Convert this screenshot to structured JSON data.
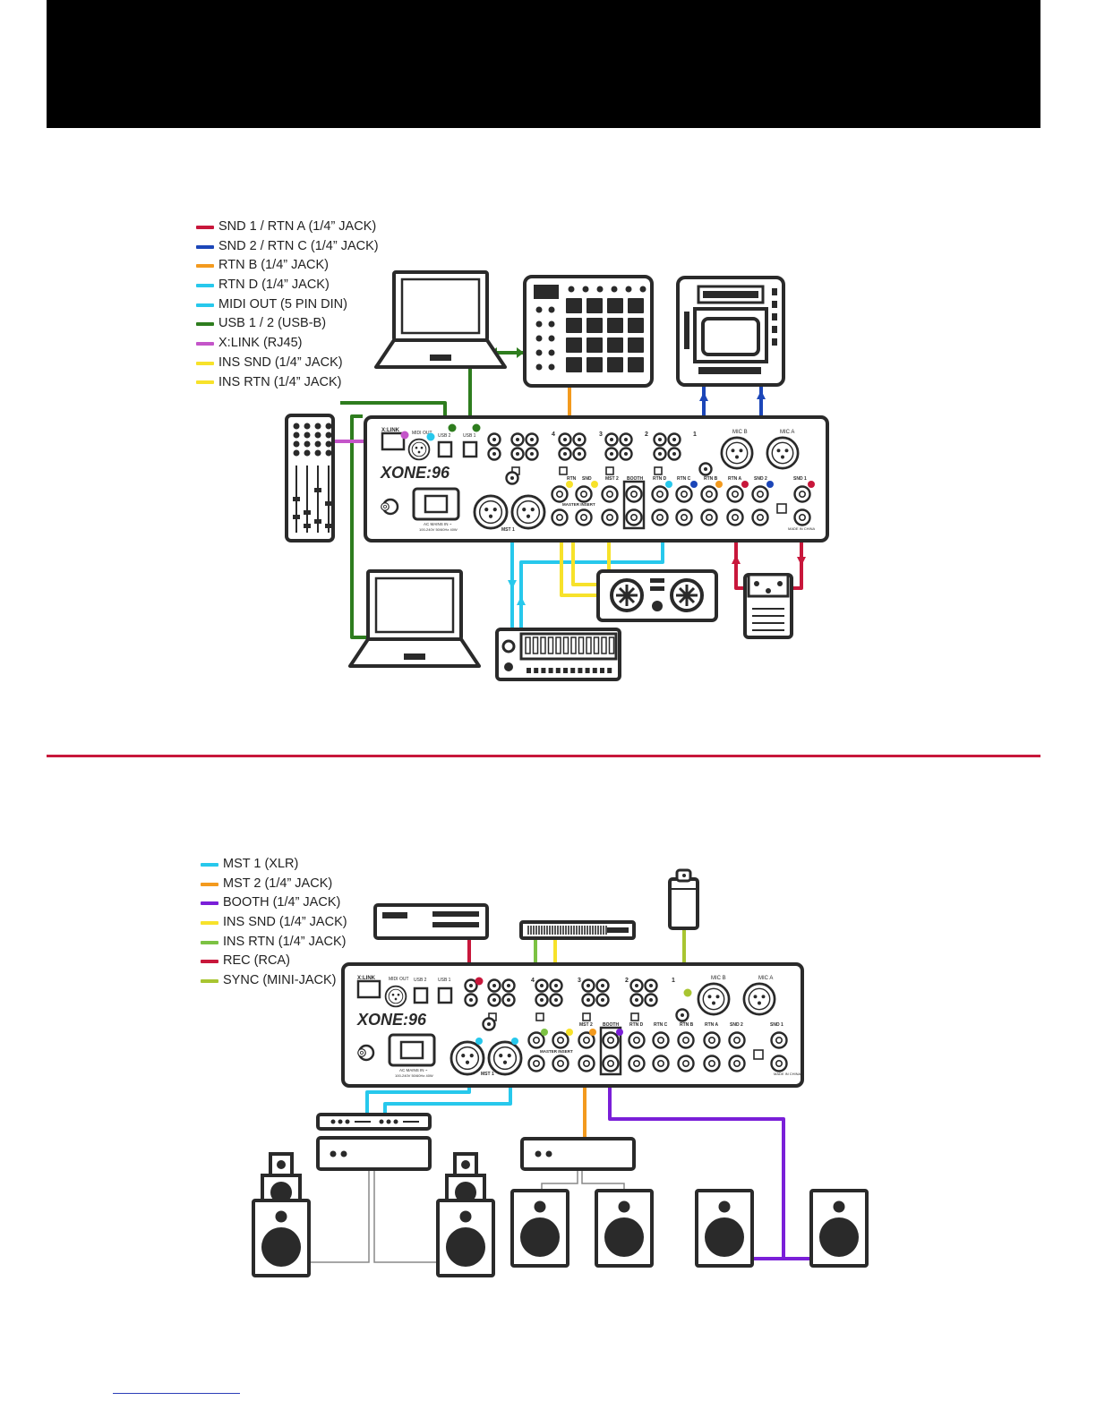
{
  "colors": {
    "black_bar": "#000000",
    "divider": "#c8173b",
    "red": "#c8173b",
    "blue": "#1c46b8",
    "orange": "#f39a1e",
    "cyan": "#27c8ec",
    "green": "#2e7d1e",
    "magenta": "#c455c9",
    "yellow": "#f7e22a",
    "lime": "#7cc243",
    "purple": "#7a1fd8",
    "olive": "#a8c531",
    "outline": "#2a2a2a"
  },
  "legend_top": [
    {
      "label": "SND 1 / RTN A (1/4” JACK)",
      "color": "#c8173b"
    },
    {
      "label": "SND 2 / RTN C (1/4” JACK)",
      "color": "#1c46b8"
    },
    {
      "label": "RTN B (1/4” JACK)",
      "color": "#f39a1e"
    },
    {
      "label": "RTN D (1/4” JACK)",
      "color": "#27c8ec"
    },
    {
      "label": "MIDI OUT (5 PIN DIN)",
      "color": "#27c8ec"
    },
    {
      "label": "USB 1 / 2 (USB-B)",
      "color": "#2e7d1e"
    },
    {
      "label": "X:LINK (RJ45)",
      "color": "#c455c9"
    },
    {
      "label": "INS SND (1/4” JACK)",
      "color": "#f7e22a"
    },
    {
      "label": "INS RTN (1/4” JACK)",
      "color": "#f7e22a"
    }
  ],
  "legend_bottom": [
    {
      "label": "MST 1 (XLR)",
      "color": "#27c8ec"
    },
    {
      "label": "MST 2 (1/4” JACK)",
      "color": "#f39a1e"
    },
    {
      "label": "BOOTH (1/4” JACK)",
      "color": "#7a1fd8"
    },
    {
      "label": "INS SND (1/4” JACK)",
      "color": "#f7e22a"
    },
    {
      "label": "INS RTN (1/4” JACK)",
      "color": "#7cc243"
    },
    {
      "label": "REC (RCA)",
      "color": "#c8173b"
    },
    {
      "label": "SYNC (MINI-JACK)",
      "color": "#a8c531"
    }
  ],
  "mixer": {
    "brand": "XONE:96",
    "xlink": "X:LINK",
    "midi_out": "MIDI OUT",
    "usb2": "USB 2",
    "usb1": "USB 1",
    "mic_b": "MIC B",
    "mic_a": "MIC A",
    "ch4": "4",
    "ch3": "3",
    "ch2": "2",
    "ch1": "1",
    "mst1": "MST 1",
    "mst2": "MST 2",
    "booth": "BOOTH",
    "master_insert": "MASTER INSERT",
    "rtn_d": "RTN D",
    "rtn_c": "RTN C",
    "rtn_b": "RTN B",
    "rtn_a": "RTN A",
    "snd2": "SND 2",
    "snd1": "SND 1",
    "rtn": "RTN",
    "snd": "SND",
    "ac_mains": "AC MAINS IN ~",
    "power": "100-240V 50/60Hz 40W",
    "made_in": "MADE IN CHINA"
  }
}
